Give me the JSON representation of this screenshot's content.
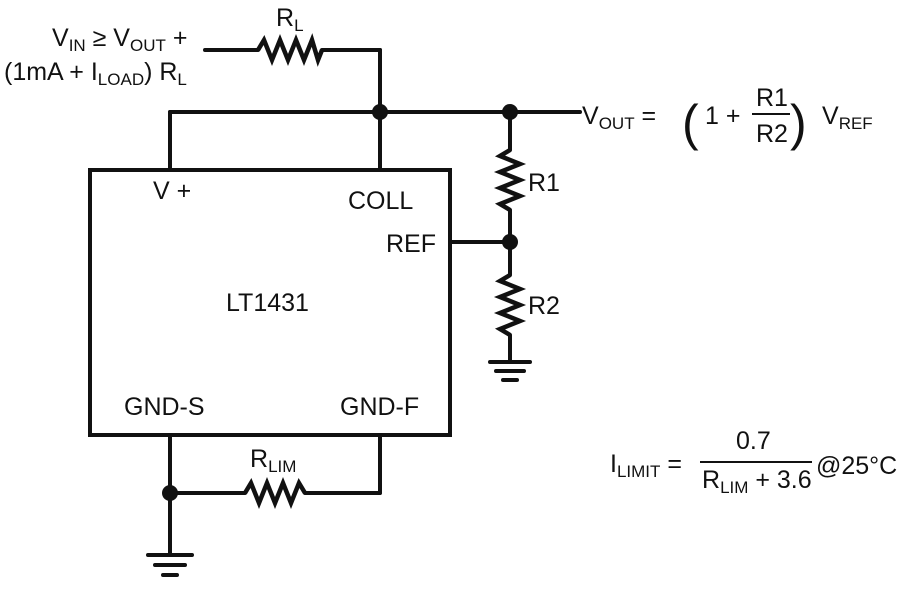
{
  "vin_label": {
    "line1_v": "V",
    "line1_sub": "IN",
    "line1_ge": " ≥ V",
    "line1_sub2": "OUT",
    "line1_end": " +",
    "line2_start": "(1mA + I",
    "line2_sub": "LOAD",
    "line2_end": ") R",
    "line2_sub2": "L"
  },
  "rl_label": {
    "main": "R",
    "sub": "L"
  },
  "vout_formula": {
    "v": "V",
    "sub": "OUT",
    "eq": " =",
    "lparen": "(",
    "one_plus": "1 +",
    "num": "R1",
    "den": "R2",
    "rparen": ")",
    "vref": "V",
    "vref_sub": "REF"
  },
  "r1_label": "R1",
  "r2_label": "R2",
  "ic": {
    "name": "LT1431",
    "pin_vplus": "V +",
    "pin_coll": "COLL",
    "pin_ref": "REF",
    "pin_gnds": "GND-S",
    "pin_gndf": "GND-F"
  },
  "rlim_label": {
    "main": "R",
    "sub": "LIM"
  },
  "ilimit_formula": {
    "i": "I",
    "sub": "LIMIT",
    "eq": " =",
    "num": "0.7",
    "den_r": "R",
    "den_sub": "LIM",
    "den_rest": " + 3.6",
    "cond": "@25°C"
  }
}
